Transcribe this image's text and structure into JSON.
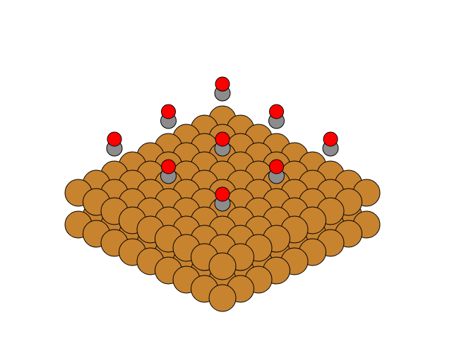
{
  "structure": {
    "substrate": {
      "element": "Cu",
      "color": "#c8832f",
      "layers": 2,
      "grid_size": 9,
      "view": "isometric"
    },
    "adsorbate": {
      "molecule": "CO",
      "carbon_color": "#8c8c8c",
      "oxygen_color": "#ff0000",
      "count": 9,
      "arrangement": "3x3"
    },
    "background": "#ffffff"
  }
}
